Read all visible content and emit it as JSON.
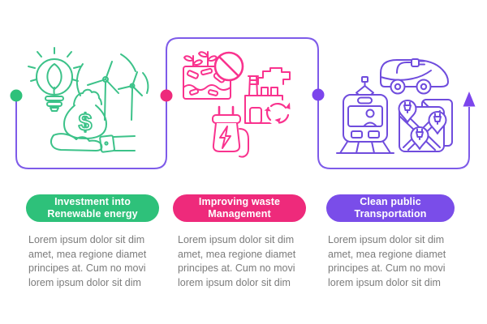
{
  "infographic": {
    "kind": "eco-timeline-infographic",
    "background": "#FFFFFF",
    "connector_color": "#7E5BE9",
    "body_text_color": "#7B7B7B",
    "steps": [
      {
        "marker": "green-circle",
        "marker_color": "#2EC17A",
        "label_lines": [
          "Investment into",
          "Renewable energy"
        ],
        "label_color": "#2EC17A",
        "icon_color": "#3CC289",
        "icon_names": [
          "lightbulb-leaf-icon",
          "wind-turbines-icon",
          "money-bag-icon",
          "hand-icon"
        ],
        "money_symbol": "$",
        "body_lines": [
          "Lorem ipsum dolor sit dim",
          "amet, mea regione diamet",
          "principes at. Cum no movi",
          "lorem ipsum dolor sit dim"
        ]
      },
      {
        "marker": "pink-circle",
        "marker_color": "#EE2A7B",
        "label_lines": [
          "Improving waste",
          "Management"
        ],
        "label_color": "#EE2A7B",
        "icon_color": "#F9338E",
        "icon_names": [
          "landfill-waste-icon",
          "no-littering-icon",
          "factory-icon",
          "recycle-icon",
          "electric-plug-icon"
        ],
        "body_lines": [
          "Lorem ipsum dolor sit dim",
          "amet, mea regione diamet",
          "principes at. Cum no movi",
          "lorem ipsum dolor sit dim"
        ]
      },
      {
        "marker": "purple-arrow-up",
        "marker_color": "#7C45EC",
        "label_lines": [
          "Clean public",
          "Transportation"
        ],
        "label_color": "#7A4DE9",
        "icon_color": "#6F4CDD",
        "icon_names": [
          "electric-tram-icon",
          "electric-van-icon",
          "charging-stations-map-icon"
        ],
        "body_lines": [
          "Lorem ipsum dolor sit dim",
          "amet, mea regione diamet",
          "principes at. Cum no movi",
          "lorem ipsum dolor sit dim"
        ]
      }
    ]
  }
}
